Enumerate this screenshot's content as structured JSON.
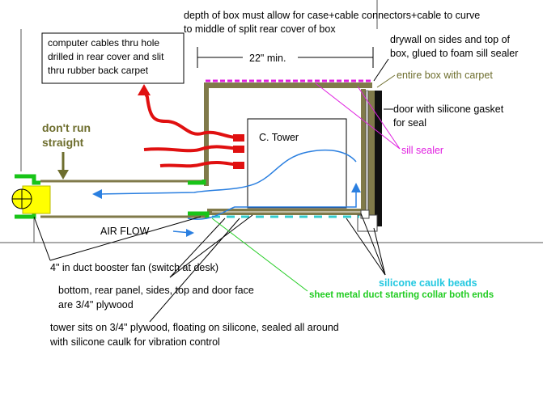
{
  "labels": {
    "depth_note_1": "depth of box must allow for case+cable connectors+cable to curve",
    "depth_note_2": "to middle of split rear cover of box",
    "cables_note_1": "computer cables thru hole",
    "cables_note_2": "drilled in rear cover and slit",
    "cables_note_3": "thru rubber back carpet",
    "width_22": "22\" min.",
    "drywall_note_1": "drywall on sides and top of",
    "drywall_note_2": "box, glued to foam sill sealer",
    "carpet_note": "entire box with carpet",
    "door_note_1": "door with silicone gasket",
    "door_note_2": "for seal",
    "dont_run_1": "don't run",
    "dont_run_2": "straight",
    "tower": "C. Tower",
    "sill_sealer": "sill sealer",
    "air_flow": "AIR FLOW",
    "fan_note": "4\" in duct booster fan (switch at desk)",
    "bottom_note_1": "bottom, rear panel, sides, top and door face",
    "bottom_note_2": "are 3/4\" plywood",
    "caulk_beads": "silicone caulk beads",
    "duct_collar": "sheet metal duct starting collar both ends",
    "tower_note_1": "tower sits on 3/4\" plywood, floating on silicone, sealed all around",
    "tower_note_2": "with silicone caulk for  vibration control"
  },
  "colors": {
    "plywood": "#807a4a",
    "green": "#18c418",
    "red": "#e01010",
    "blue": "#2a7fe0",
    "cyan": "#33cccc",
    "magenta": "#e020e0",
    "yellow": "#ffff00",
    "olive_text": "#6e6e2e",
    "bright_green_text": "#22cc22",
    "cyan_text": "#22c8e0"
  }
}
